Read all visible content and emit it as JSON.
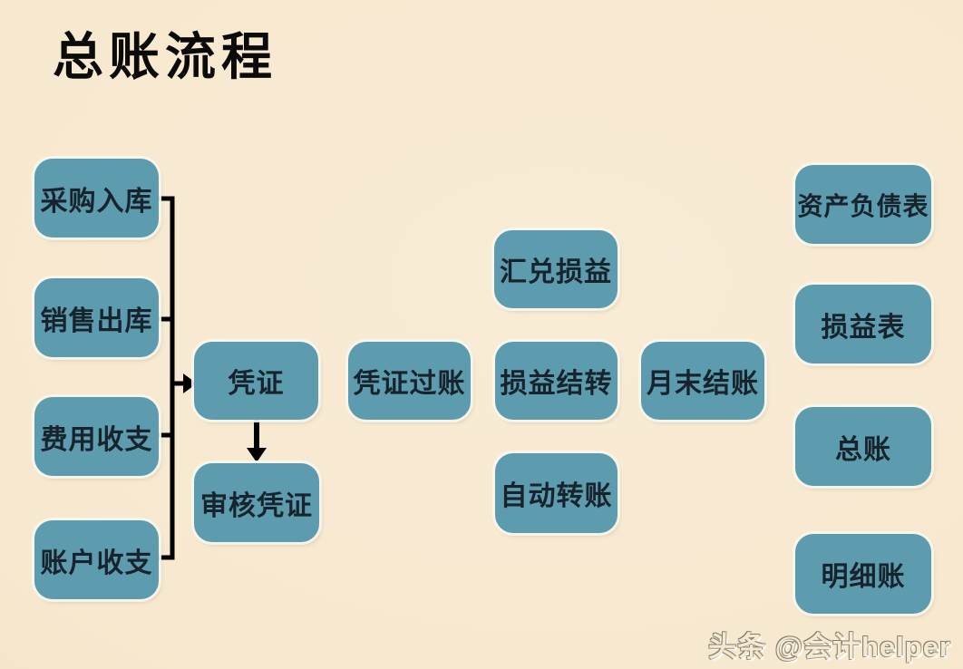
{
  "title": "总账流程",
  "watermark": {
    "text": "头条 @会计helper"
  },
  "colors": {
    "background_center": "#f9ecd6",
    "background_edge": "#f0dcba",
    "node_fill": "#5d9cae",
    "node_rim": "#f8f7ee",
    "node_text": "#17232d",
    "connector": "#000000",
    "title_text": "#0b0b0b",
    "watermark_fill": "#f5e9d0"
  },
  "diagram": {
    "nodes": {
      "purchase_inbound": {
        "label": "采购入库"
      },
      "sales_outbound": {
        "label": "销售出库"
      },
      "expense_flow": {
        "label": "费用收支"
      },
      "account_flow": {
        "label": "账户收支"
      },
      "voucher": {
        "label": "凭证"
      },
      "voucher_audit": {
        "label": "审核凭证"
      },
      "voucher_posting": {
        "label": "凭证过账"
      },
      "exchange_gain_loss": {
        "label": "汇兑损益"
      },
      "profit_loss_carryover": {
        "label": "损益结转"
      },
      "auto_transfer": {
        "label": "自动转账"
      },
      "month_end_closing": {
        "label": "月末结账"
      },
      "balance_sheet": {
        "label": "资产负债表"
      },
      "income_statement": {
        "label": "损益表"
      },
      "general_ledger": {
        "label": "总账"
      },
      "subsidiary_ledger": {
        "label": "明细账"
      }
    },
    "connections": [
      {
        "from": "purchase_inbound",
        "to": "voucher",
        "type": "arrow"
      },
      {
        "from": "sales_outbound",
        "to": "voucher",
        "type": "arrow"
      },
      {
        "from": "expense_flow",
        "to": "voucher",
        "type": "arrow"
      },
      {
        "from": "account_flow",
        "to": "voucher",
        "type": "arrow"
      },
      {
        "from": "voucher",
        "to": "voucher_audit",
        "type": "arrow"
      }
    ]
  }
}
